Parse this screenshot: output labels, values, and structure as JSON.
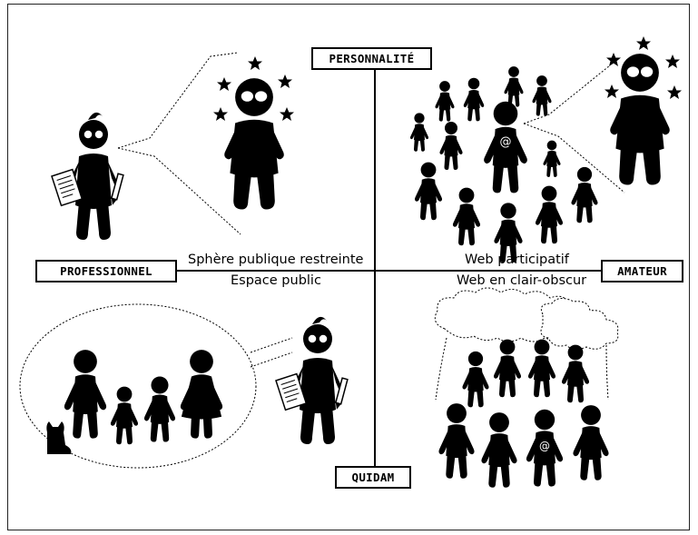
{
  "axes": {
    "top": "PERSONNALITÉ",
    "left": "PROFESSIONNEL",
    "right": "AMATEUR",
    "bottom": "QUIDAM"
  },
  "quadrant_labels": {
    "top_left": "Sphère publique restreinte",
    "bottom_left": "Espace public",
    "top_right": "Web participatif",
    "bottom_right": "Web en clair-obscur"
  },
  "colors": {
    "ink": "#000000",
    "paper": "#ffffff"
  },
  "icons": [
    "writer-with-glasses-figure",
    "celebrity-with-stars-figure",
    "crowd-figure",
    "at-sign",
    "cat",
    "family-group",
    "cloud"
  ]
}
